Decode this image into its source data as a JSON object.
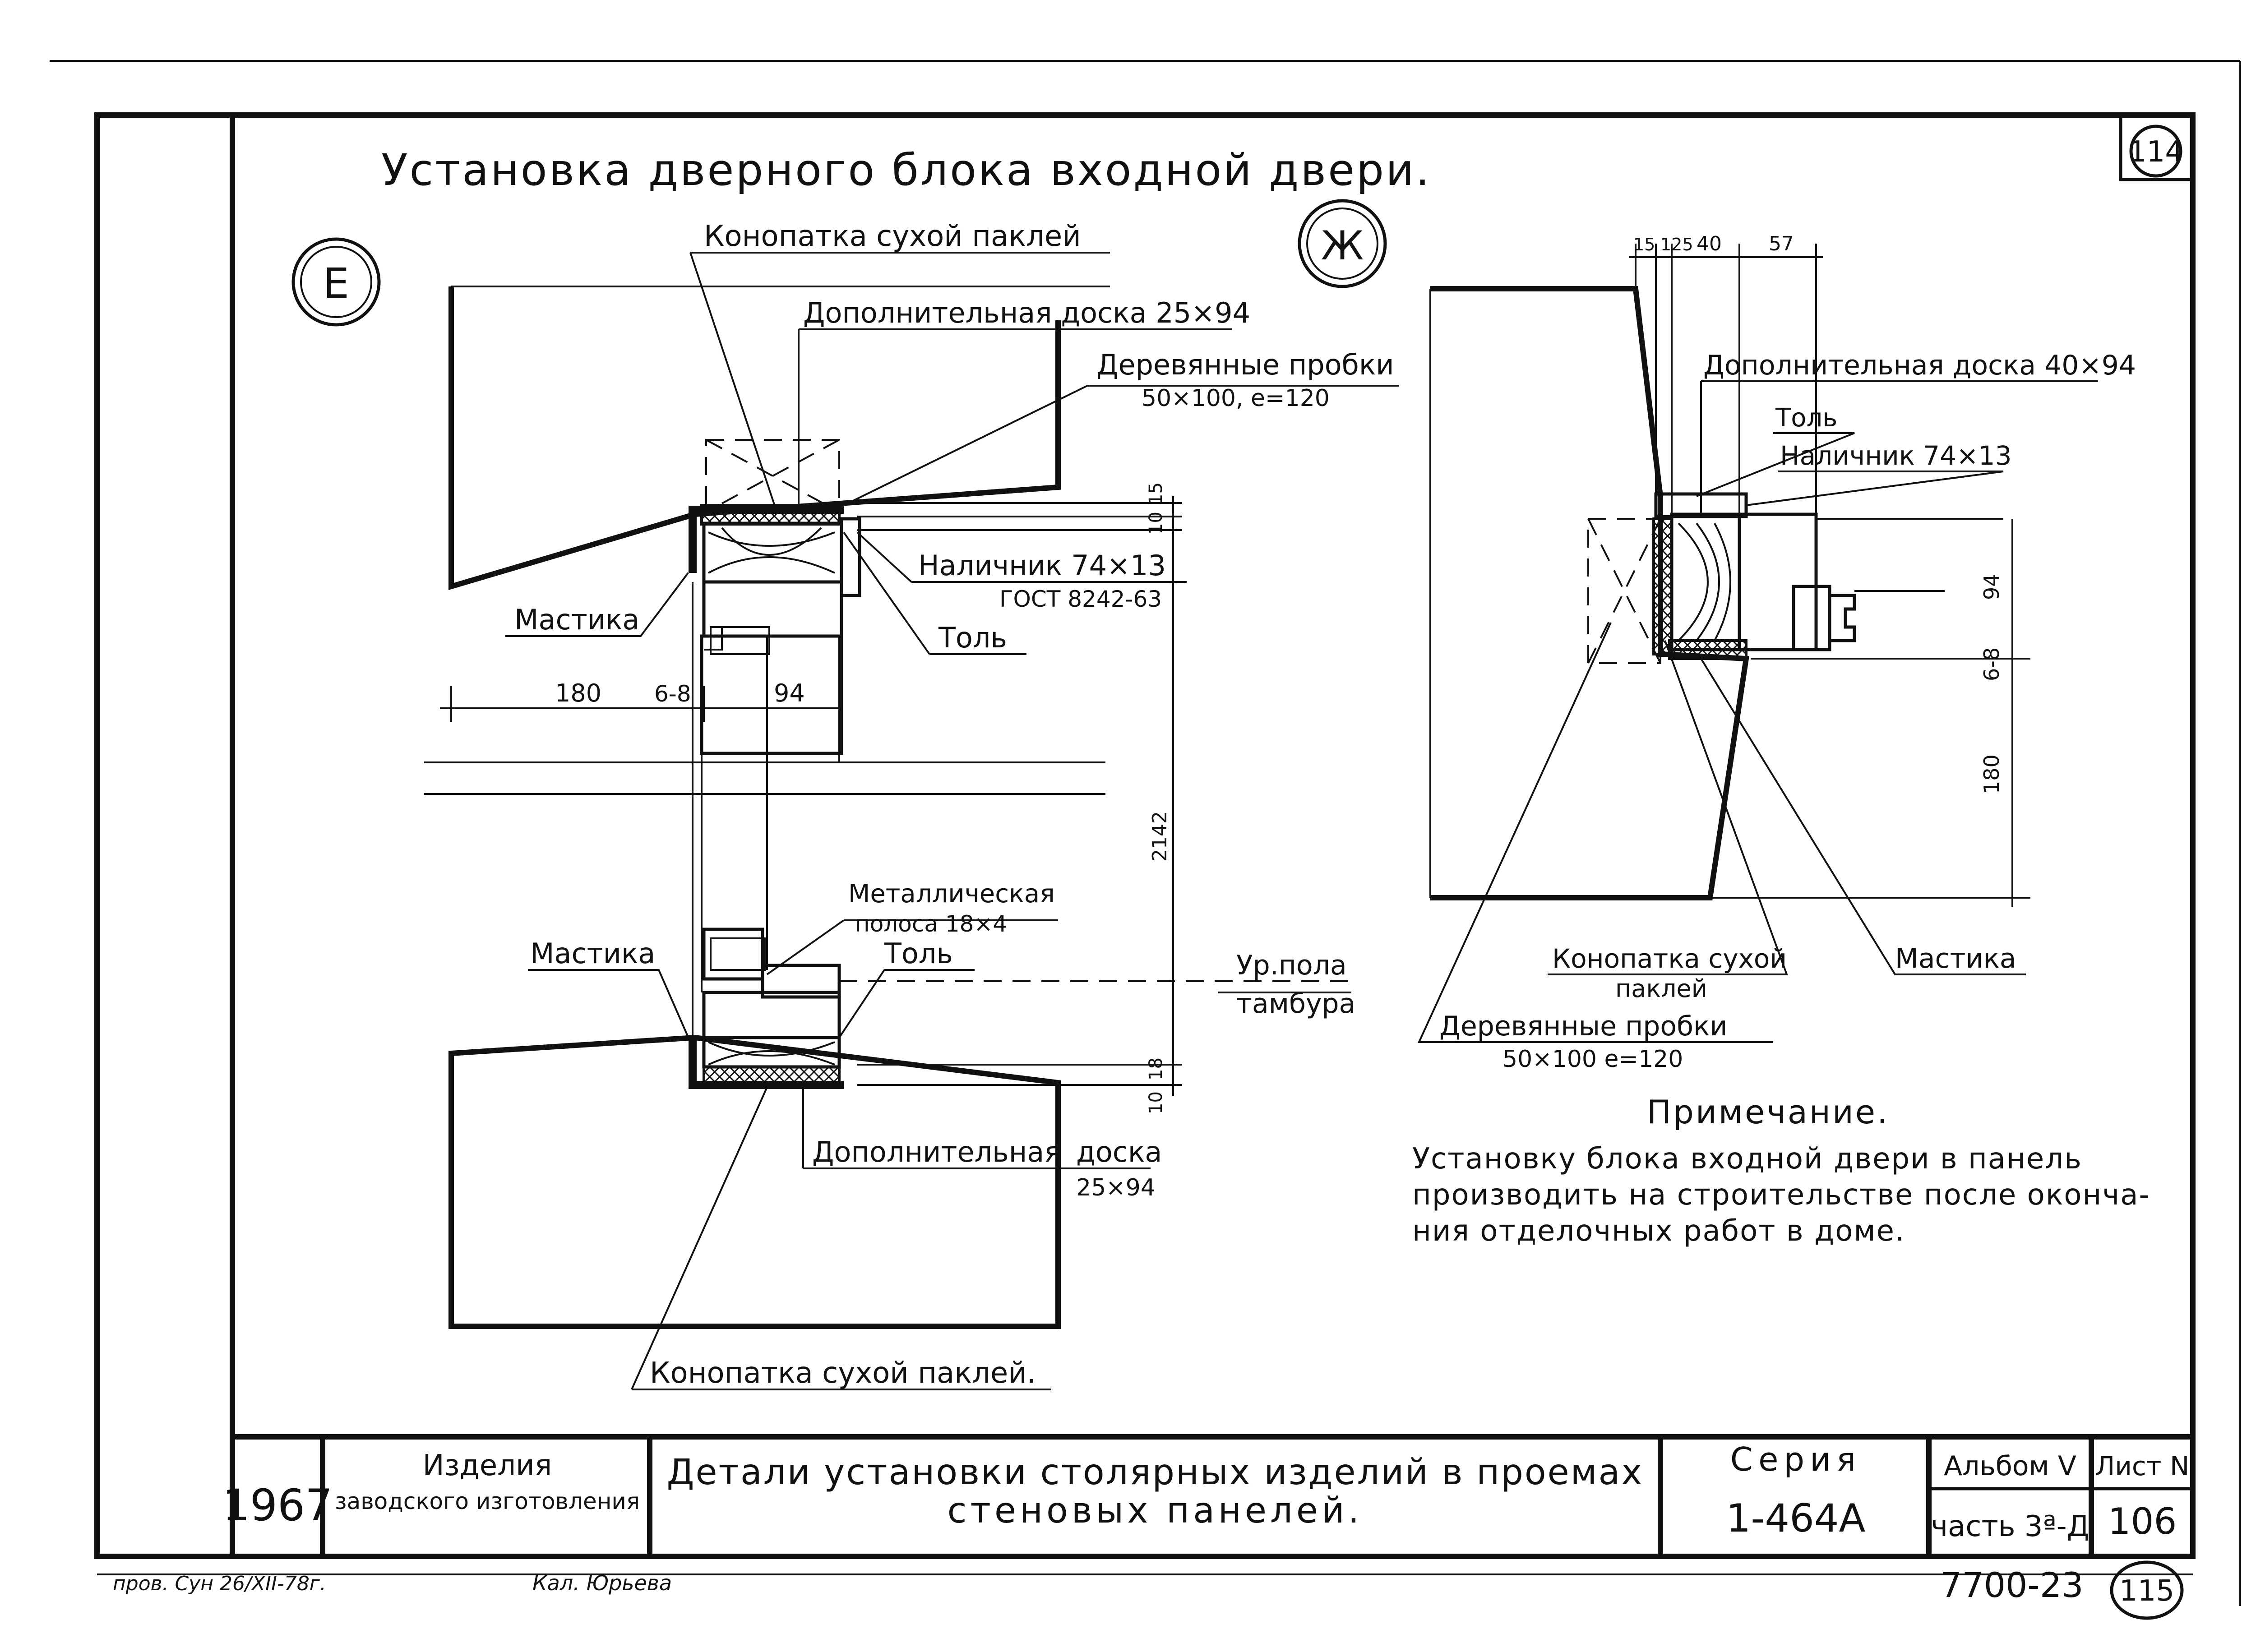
{
  "sheet": {
    "title": "Установка дверного блока входной двери.",
    "page_number_top": "114",
    "page_number_bottom": "115",
    "archive_code": "7700-23"
  },
  "section_e": {
    "marker": "Е",
    "labels": {
      "konopatka_top": "Конопатка сухой паклей",
      "dop_doska_top": "Дополнительная доска 25×94",
      "probki_line1": "Деревянные пробки",
      "probki_line2": "50×100, е=120",
      "nalichnik_line1": "Наличник 74×13",
      "nalichnik_line2": "ГОСТ 8242-63",
      "mastika_top": "Мастика",
      "tol_top": "Толь",
      "metal_line1": "Металлическая",
      "metal_line2": "полоса 18×4",
      "tol_bottom": "Толь",
      "mastika_bottom": "Мастика",
      "floor_line1": "Ур.пола",
      "floor_line2": "тамбура",
      "dop_doska_bottom_line1": "Дополнительная",
      "dop_doska_bottom_word": "доска",
      "dop_doska_bottom_line2": "25×94",
      "konopatka_bottom": "Конопатка сухой паклей."
    },
    "dims": {
      "d180": "180",
      "d6_8": "6-8",
      "d94": "94",
      "d10_top": "10",
      "d15_top": "15",
      "d2142": "2142",
      "d18": "18",
      "d10_bottom": "10"
    }
  },
  "section_zh": {
    "marker": "Ж",
    "labels": {
      "dop_doska": "Дополнительная доска 40×94",
      "tol": "Толь",
      "nalichnik": "Наличник 74×13",
      "konopatka_line1": "Конопатка сухой",
      "konopatka_line2": "паклей",
      "probki_line1": "Деревянные пробки",
      "probki_line2": "50×100 е=120",
      "mastika": "Мастика"
    },
    "dims": {
      "d15": "15",
      "d125": "125",
      "d40": "40",
      "d57": "57",
      "d94": "94",
      "d6_8": "6-8",
      "d180": "180"
    }
  },
  "note": {
    "heading": "Примечание.",
    "line1": "Установку блока входной двери в панель",
    "line2": "производить на строительстве после оконча-",
    "line3": "ния отделочных работ в доме."
  },
  "title_block": {
    "year": "1967",
    "category_line1": "Изделия",
    "category_line2": "заводского изготовления",
    "name_line1": "Детали установки столярных изделий в проемах",
    "name_line2": "стеновых панелей.",
    "series_label": "Серия",
    "series_value": "1-464А",
    "album_label": "Альбом V",
    "part_label": "часть 3ª-Д",
    "sheet_label": "Лист N",
    "sheet_value": "106"
  },
  "signatures": {
    "left": "пров. Сун 26/XII-78г.",
    "middle": "Кал. Юрьева"
  }
}
